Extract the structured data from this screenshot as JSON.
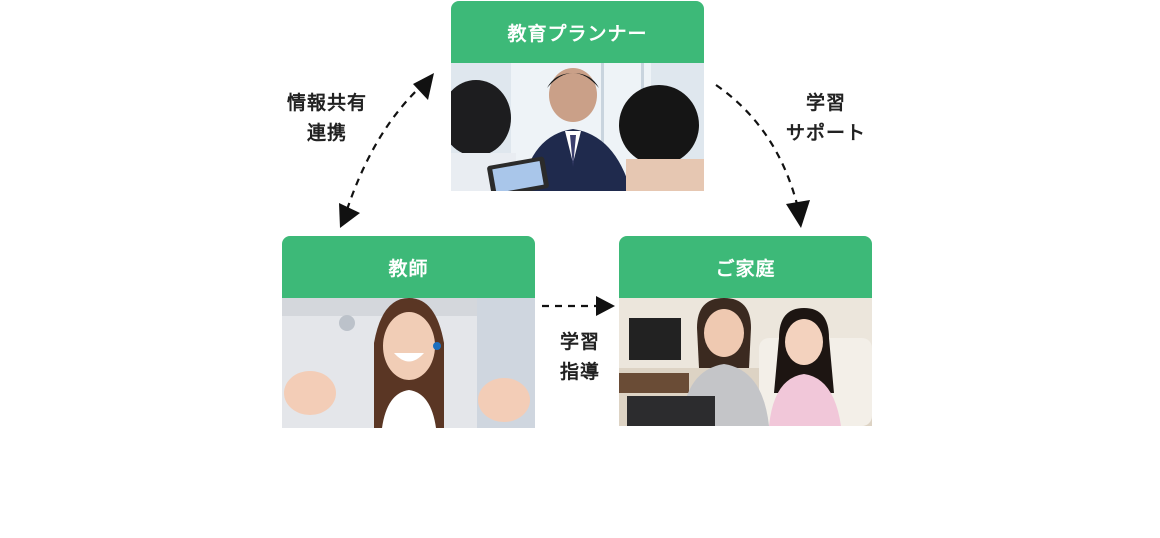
{
  "nodes": {
    "planner": {
      "label": "教育プランナー",
      "photo_alt": "planner meeting photo"
    },
    "teacher": {
      "label": "教師",
      "photo_alt": "teacher photo"
    },
    "family": {
      "label": "ご家庭",
      "photo_alt": "family photo"
    }
  },
  "edges": {
    "info_share": {
      "line1": "情報共有",
      "line2": "連携"
    },
    "study_support": {
      "line1": "学習",
      "line2": "サポート"
    },
    "study_guidance": {
      "line1": "学習",
      "line2": "指導"
    }
  },
  "colors": {
    "header": "#3db978",
    "arrow": "#111111"
  }
}
